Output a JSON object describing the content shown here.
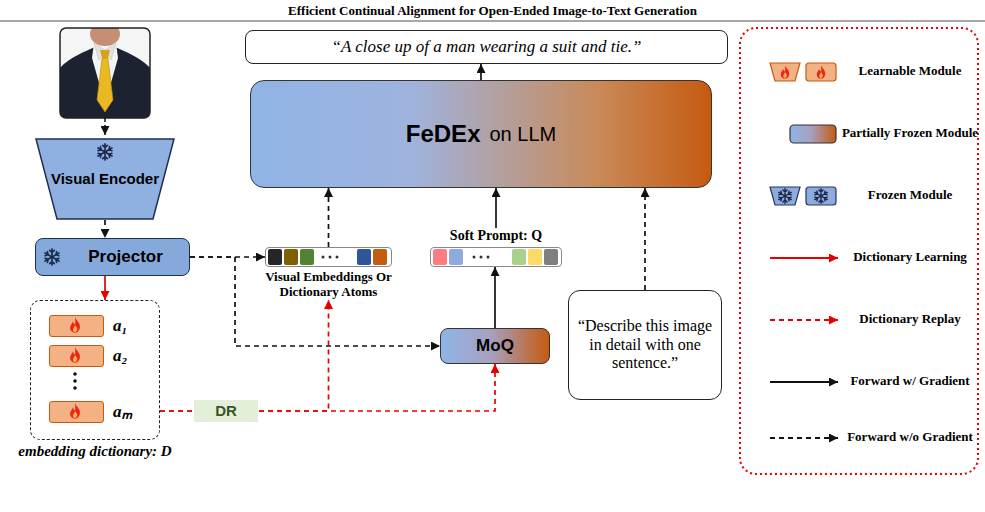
{
  "diagram": {
    "title": "Efficient Continual Alignment for Open-Ended Image-to-Text Generation",
    "nodes": [
      {
        "text": [
          "“A close up of a man wearing a suit and tie.”"
        ]
      },
      {
        "text": [
          "FeDEx",
          "on LLM"
        ]
      },
      {
        "text": [
          "Visual Encoder"
        ]
      },
      {
        "text": [
          "Projector"
        ]
      },
      {
        "text": [
          "Visual Embeddings Or Dictionary Atoms"
        ]
      },
      {
        "text": [
          "Soft Prompt: Q"
        ]
      },
      {
        "text": [
          "MoQ"
        ]
      },
      {
        "text": [
          "“Describe this image in detail with one sentence.”"
        ]
      },
      {
        "text": [
          "embedding dictionary: D"
        ]
      },
      {
        "text": [
          "a₁"
        ],
        "in": 8
      },
      {
        "text": [
          "a₂"
        ],
        "in": 8
      },
      {
        "text": [
          "aₘ"
        ],
        "in": 8
      }
    ],
    "edges": [
      {
        "from": 2,
        "to": 3,
        "arrow": "to"
      },
      {
        "from": 3,
        "to": 8,
        "arrow": "to"
      },
      {
        "from": 3,
        "to": 4,
        "arrow": "to"
      },
      {
        "from": 3,
        "to": 6,
        "arrow": "to"
      },
      {
        "from": 4,
        "to": 1,
        "arrow": "to"
      },
      {
        "from": 6,
        "to": 5,
        "arrow": "to"
      },
      {
        "from": 5,
        "to": 1,
        "arrow": "to"
      },
      {
        "from": 7,
        "to": 1,
        "arrow": "to"
      },
      {
        "from": 1,
        "to": 0,
        "arrow": "to"
      },
      {
        "from": 8,
        "to": 6,
        "arrow": "to",
        "label": "DR"
      },
      {
        "from": 8,
        "to": 4,
        "arrow": "to"
      }
    ],
    "legend": [
      {
        "text": "Learnable Module"
      },
      {
        "text": "Partially Frozen Module"
      },
      {
        "text": "Frozen Module"
      },
      {
        "text": "Dictionary Learning"
      },
      {
        "text": "Dictionary Replay"
      },
      {
        "text": "Forward w/ Gradient"
      },
      {
        "text": "Forward w/o Gradient"
      }
    ]
  }
}
